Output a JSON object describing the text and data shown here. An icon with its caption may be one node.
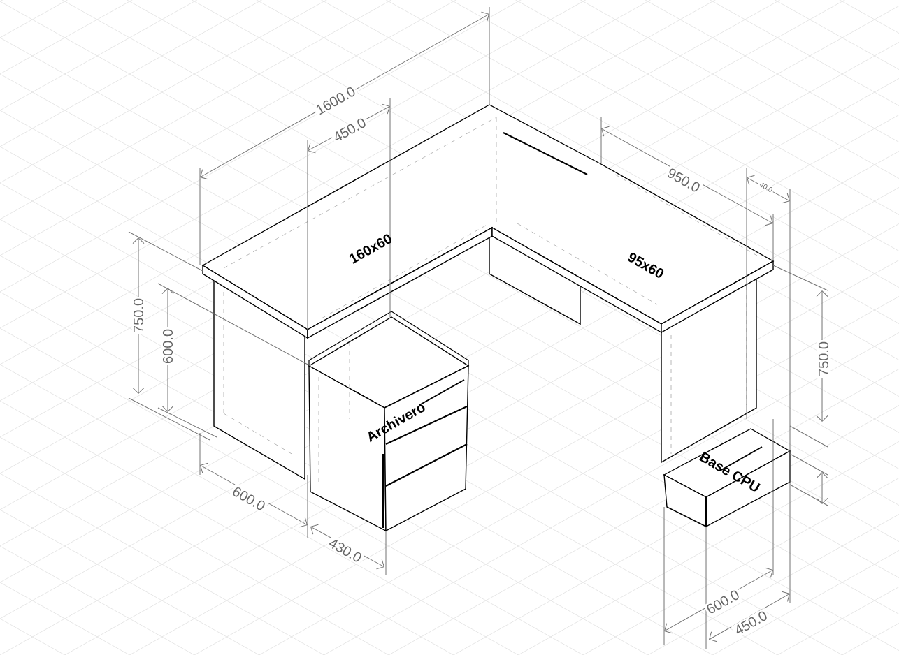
{
  "diagram": {
    "labels": [
      "1600.0",
      "450.0",
      "950.0",
      "40.0",
      "160x60",
      "95x60",
      "750.0",
      "600.0",
      "750.0",
      "Archivero",
      "Base CPU",
      "600.0",
      "430.0",
      "600.0",
      "450.0"
    ]
  }
}
